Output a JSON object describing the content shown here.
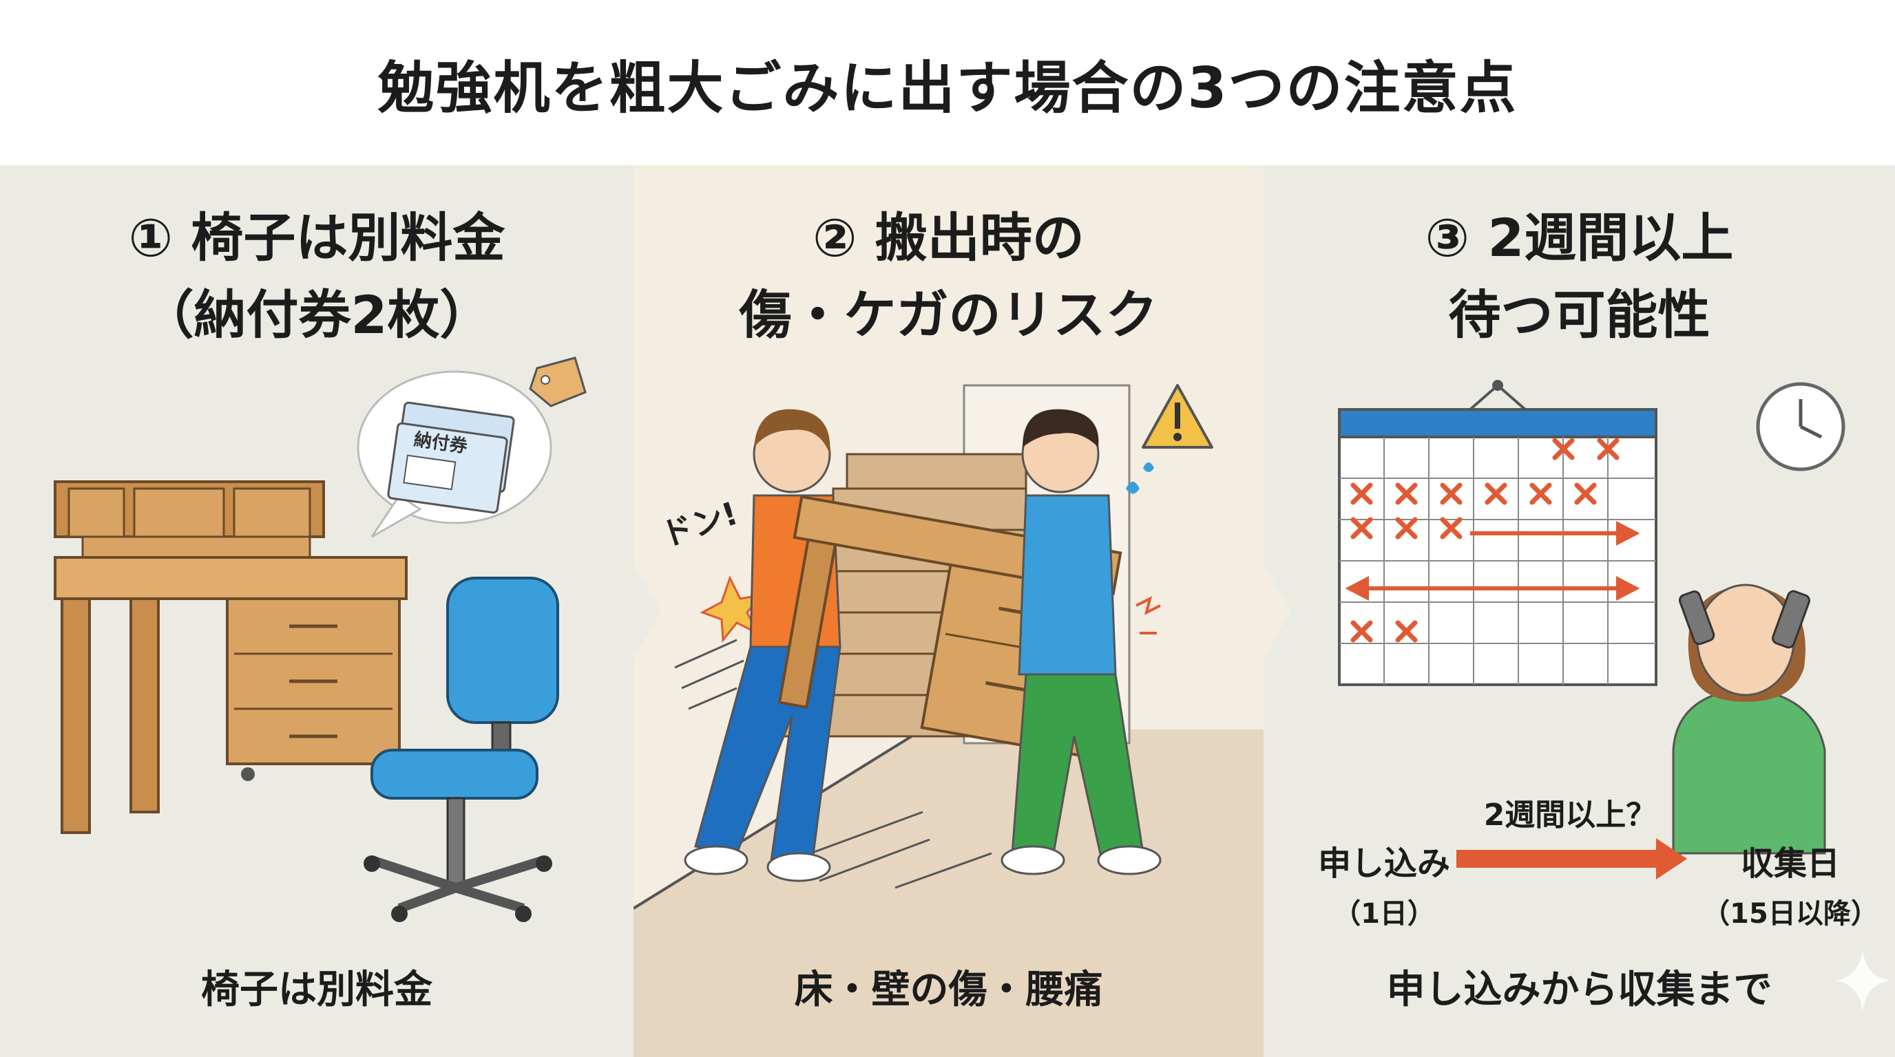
{
  "title": "勉強机を粗大ごみに出す場合の3つの注意点",
  "panels": [
    {
      "heading_line1": "① 椅子は別料金",
      "heading_line2": "（納付券2枚）",
      "ticket_label": "納付券",
      "caption": "椅子は別料金"
    },
    {
      "heading_line1": "② 搬出時の",
      "heading_line2": "傷・ケガのリスク",
      "sound_effect": "ドン!",
      "caption": "床・壁の傷・腰痛"
    },
    {
      "heading_line1": "③ 2週間以上",
      "heading_line2": "待つ可能性",
      "flow": {
        "from_label": "申し込み",
        "from_sub": "（1日）",
        "middle_label": "2週間以上？",
        "to_label": "収集日",
        "to_sub": "（15日以降）"
      },
      "caption": "申し込みから収集まで"
    }
  ],
  "colors": {
    "panel_bg": "#ecebe3",
    "panel_bg_middle": "#f3ede2",
    "accent_red": "#e05a33",
    "calendar_blue": "#2f7fc4",
    "chair_blue": "#3a9edb",
    "desk_wood": "#d9a463"
  },
  "icons": [
    "desk-icon",
    "chair-icon",
    "ticket-icon",
    "price-tag-icon",
    "warning-icon",
    "calendar-icon",
    "clock-icon",
    "phone-icon",
    "sparkle-icon"
  ]
}
